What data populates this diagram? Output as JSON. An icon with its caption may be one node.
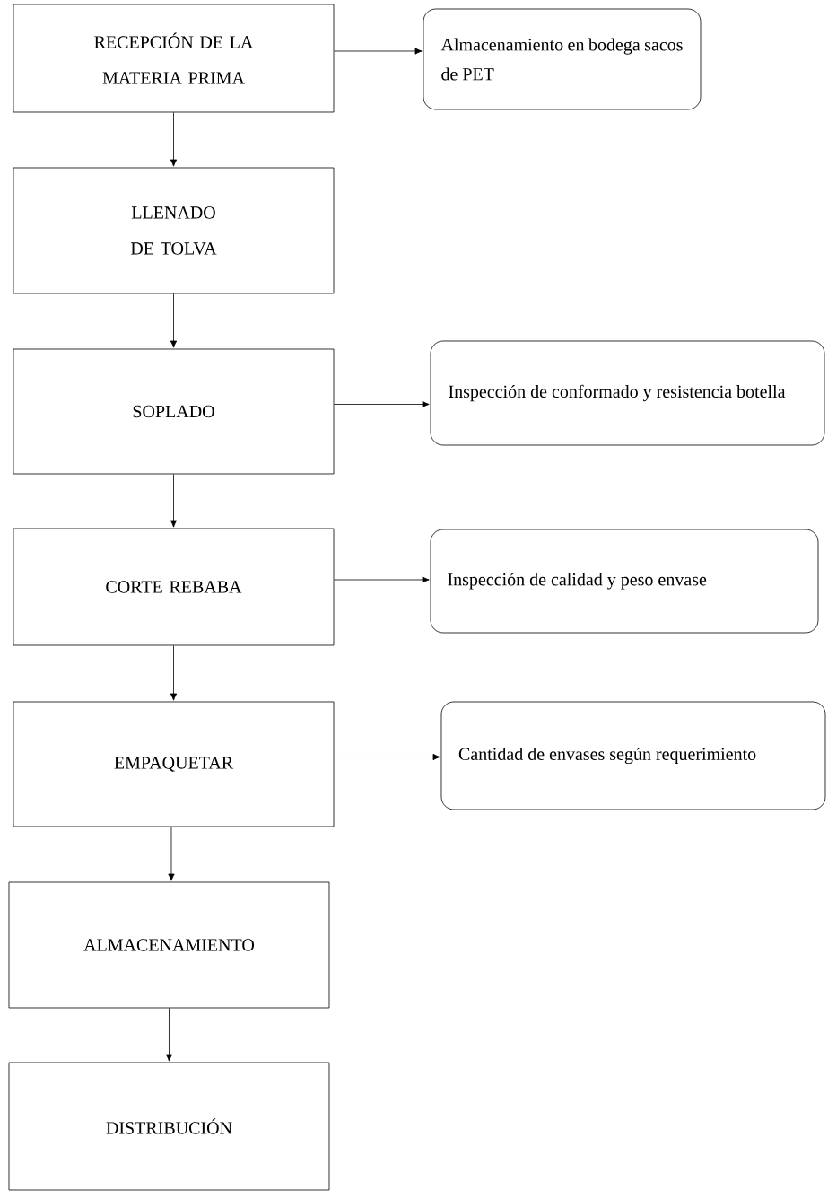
{
  "diagram": {
    "nodes": [
      {
        "text": [
          "RECEPCIÓN DE LA MATERIA PRIMA"
        ]
      },
      {
        "text": [
          "Almacenamiento en bodega sacos de PET"
        ]
      },
      {
        "text": [
          "LLENADO DE TOLVA"
        ]
      },
      {
        "text": [
          "SOPLADO"
        ]
      },
      {
        "text": [
          "Inspección de conformado y resistencia botella"
        ]
      },
      {
        "text": [
          "CORTE REBABA"
        ]
      },
      {
        "text": [
          "Inspección de calidad y peso envase"
        ]
      },
      {
        "text": [
          "EMPAQUETAR"
        ]
      },
      {
        "text": [
          "Cantidad de envases según requerimiento"
        ]
      },
      {
        "text": [
          "ALMACENAMIENTO"
        ]
      },
      {
        "text": [
          "DISTRIBUCIÓN"
        ]
      }
    ],
    "edges": [
      {
        "from": 0,
        "to": 1,
        "arrow": "to"
      },
      {
        "from": 0,
        "to": 2,
        "arrow": "to"
      },
      {
        "from": 2,
        "to": 3,
        "arrow": "to"
      },
      {
        "from": 3,
        "to": 4,
        "arrow": "to"
      },
      {
        "from": 3,
        "to": 5,
        "arrow": "to"
      },
      {
        "from": 5,
        "to": 6,
        "arrow": "to"
      },
      {
        "from": 5,
        "to": 7,
        "arrow": "to"
      },
      {
        "from": 7,
        "to": 8,
        "arrow": "to"
      },
      {
        "from": 7,
        "to": 9,
        "arrow": "to"
      },
      {
        "from": 9,
        "to": 10,
        "arrow": "to"
      }
    ]
  }
}
